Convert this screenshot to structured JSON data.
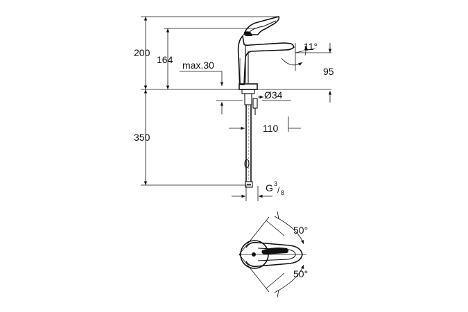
{
  "drawing": {
    "side_view": {
      "dim_total_height": "200",
      "dim_spout_height": "164",
      "dim_max_deck": "max.30",
      "dim_spout_angle": "11°",
      "dim_spout_reach": "95",
      "dim_base_diameter": "Ø34",
      "dim_hose_offset": "110",
      "dim_hose_length": "350",
      "dim_connection_g": "G",
      "dim_connection_num": "3",
      "dim_connection_den": "8"
    },
    "top_view": {
      "dim_lever_angle_upper": "50°",
      "dim_lever_angle_lower": "50°"
    }
  }
}
